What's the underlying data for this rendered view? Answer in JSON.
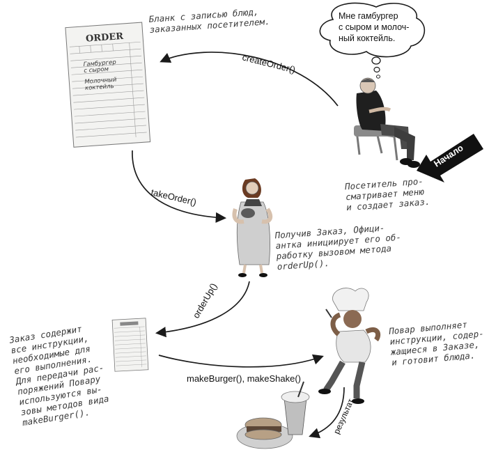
{
  "thought_bubble": {
    "lines": [
      "Мне гамбургер",
      "с сыром и молоч-",
      "ный коктейль."
    ]
  },
  "order_form": {
    "title": "ORDER",
    "items": [
      "Гамбургер",
      "с сыром",
      "Молочный",
      "коктейль"
    ]
  },
  "methods": {
    "create_order": "createOrder()",
    "take_order": "takeOrder()",
    "order_up": "orderUp()",
    "make_food": "makeBurger(), makeShake()",
    "result": "результат"
  },
  "start_badge": "Начало",
  "notes": {
    "order_form": [
      "Бланк с записью блюд,",
      "заказанных посетителем."
    ],
    "customer": [
      "Посетитель про-",
      "сматривает меню",
      "и создает заказ."
    ],
    "waitress": [
      "Получив Заказ, Офици-",
      "антка инициирует его об-",
      "работку вызовом метода",
      "orderUp()."
    ],
    "cook": [
      "Повар выполняет",
      "инструкции, содер-",
      "жащиеся в Заказе,",
      "и готовит блюда."
    ],
    "order_contains": [
      "Заказ содержит",
      "все инструкции,",
      "необходимые для",
      "его выполнения.",
      "Для передачи рас-",
      "поряжений Повару",
      "используются вы-",
      "зовы методов вида",
      "makeBurger()."
    ]
  },
  "colors": {
    "ink": "#1a1a1a",
    "note": "#3a3a3a",
    "badge": "#111111"
  }
}
